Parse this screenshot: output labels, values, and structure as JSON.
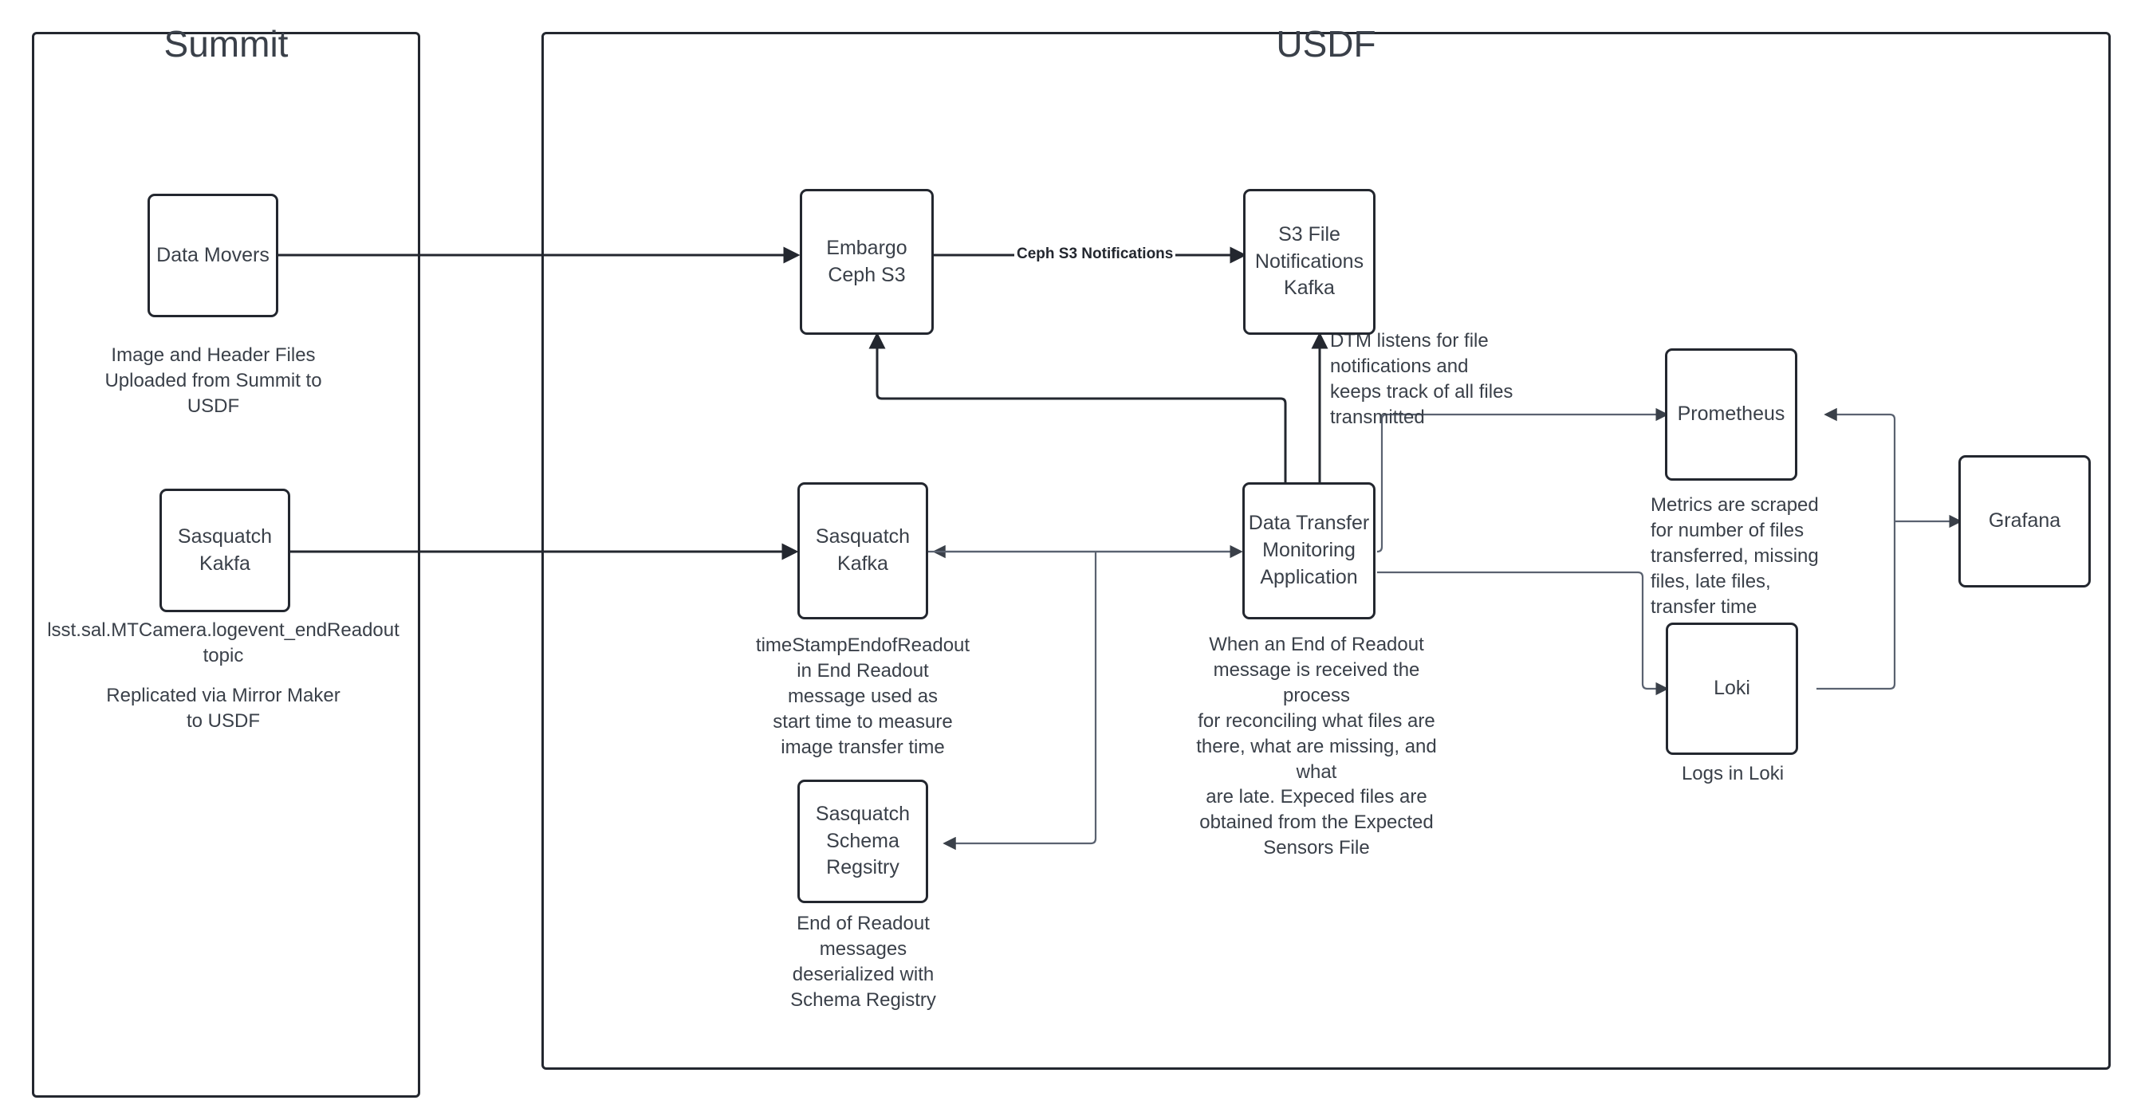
{
  "diagram": {
    "title": "Data Transfer Monitoring Architecture",
    "colors": {
      "stroke_dark": "#23272f",
      "stroke_light": "#5a6270",
      "text": "#3a4049",
      "background": "#ffffff"
    }
  },
  "zones": {
    "summit": {
      "title": "Summit"
    },
    "usdf": {
      "title": "USDF"
    }
  },
  "nodes": {
    "data_movers": {
      "label": "Data Movers"
    },
    "summit_sasquatch_kafka": {
      "label": "Sasquatch\nKakfa"
    },
    "embargo_ceph_s3": {
      "label": "Embargo Ceph\nS3"
    },
    "s3_file_notifications_kafka": {
      "label": "S3 File\nNotifications\nKafka"
    },
    "usdf_sasquatch_kafka": {
      "label": "Sasquatch\nKafka"
    },
    "data_transfer_monitoring_application": {
      "label": "Data Transfer\nMonitoring\nApplication"
    },
    "sasquatch_schema_registry": {
      "label": "Sasquatch\nSchema\nRegsitry"
    },
    "prometheus": {
      "label": "Prometheus"
    },
    "grafana": {
      "label": "Grafana"
    },
    "loki": {
      "label": "Loki"
    }
  },
  "captions": {
    "data_movers_note": "Image and Header Files\nUploaded from Summit to\nUSDF",
    "summit_kafka_topic": "lsst.sal.MTCamera.logevent_endReadout\ntopic",
    "summit_kafka_replication": "Replicated via Mirror Maker\nto USDF",
    "dtm_listens_note": "DTM listens for file\nnotifications and\nkeeps track of all files\ntransmitted",
    "usdf_kafka_note": "timeStampEndofReadout\nin End Readout\nmessage used as\nstart time to measure\nimage transfer time",
    "dtm_process_note": "When an End of Readout\nmessage is received the process\nfor reconciling what files are\nthere, what are missing, and what\nare late. Expeced files are\nobtained from the Expected\nSensors File",
    "schema_registry_note": "End of Readout\nmessages\ndeserialized with\nSchema Registry",
    "prometheus_note": "Metrics are scraped\nfor number of files\ntransferred, missing\nfiles, late files,\ntransfer time",
    "loki_note": "Logs in Loki"
  },
  "edge_labels": {
    "ceph_s3_notifications": "Ceph S3 Notifications"
  }
}
